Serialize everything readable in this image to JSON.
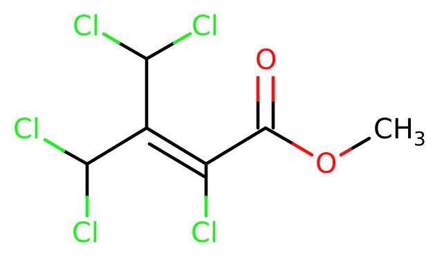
{
  "colors": {
    "carbon": "#000000",
    "oxygen": "#FF0D0D",
    "chlorine": "#1FF01F"
  },
  "atoms": {
    "cl_top_left": "Cl",
    "cl_top_right": "Cl",
    "cl_mid_left": "Cl",
    "cl_bottom_left": "Cl",
    "cl_bottom_center": "Cl",
    "o_carbonyl": "O",
    "o_ester": "O",
    "methyl": "CH",
    "methyl_sub": "3"
  }
}
